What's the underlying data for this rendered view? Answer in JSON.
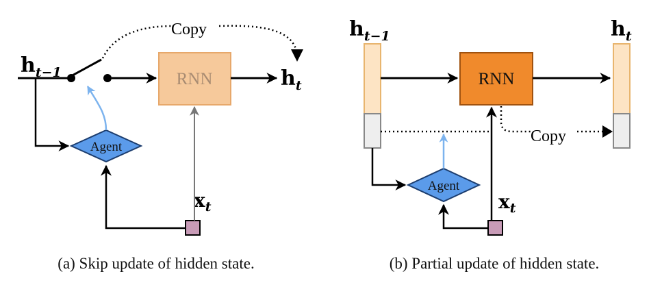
{
  "panel_a": {
    "caption": "(a) Skip update of hidden state.",
    "h_prev": {
      "base": "h",
      "sub": "t−1"
    },
    "h_next": {
      "base": "h",
      "sub": "t"
    },
    "rnn_label": "RNN",
    "agent_label": "Agent",
    "x_input": {
      "base": "x",
      "sub": "t"
    },
    "copy_label": "Copy"
  },
  "panel_b": {
    "caption": "(b) Partial update of hidden state.",
    "h_prev": {
      "base": "h",
      "sub": "t−1"
    },
    "h_next": {
      "base": "h",
      "sub": "t"
    },
    "rnn_label": "RNN",
    "agent_label": "Agent",
    "x_input": {
      "base": "x",
      "sub": "t"
    },
    "copy_label": "Copy"
  },
  "colors": {
    "rnn_faded_fill": "#f6c99b",
    "rnn_faded_stroke": "#e7a86b",
    "rnn_faded_text": "#a98c72",
    "rnn_fill": "#f08a2c",
    "rnn_stroke": "#a0520f",
    "agent_fill": "#5b9bea",
    "agent_stroke": "#1c3d6e",
    "input_fill": "#c89bb7",
    "hidden_top_fill": "#fde4c4",
    "hidden_top_stroke": "#e8b56e",
    "hidden_bottom_fill": "#eeeeee",
    "hidden_bottom_stroke": "#888888",
    "agent_arrow": "#7cb3ee"
  }
}
